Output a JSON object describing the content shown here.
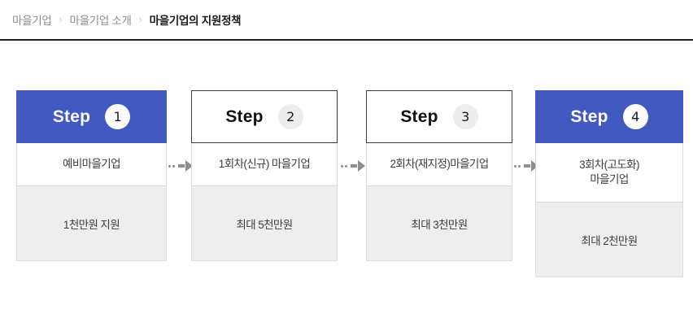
{
  "breadcrumb": {
    "separator": "›",
    "items": [
      {
        "label": "마을기업",
        "current": false
      },
      {
        "label": "마을기업 소개",
        "current": false
      },
      {
        "label": "마을기업의 지원정책",
        "current": true
      }
    ]
  },
  "colors": {
    "accent": "#4259c2",
    "panel_gray": "#eeeeee",
    "text": "#3c3c3c",
    "arrow": "#8e8e8e",
    "rule": "#222222"
  },
  "steps": [
    {
      "step_word": "Step",
      "number": "1",
      "style": "accent",
      "title": "예비마을기업",
      "amount": "1천만원 지원"
    },
    {
      "step_word": "Step",
      "number": "2",
      "style": "plain",
      "title": "1회차(신규) 마을기업",
      "amount": "최대 5천만원"
    },
    {
      "step_word": "Step",
      "number": "3",
      "style": "plain",
      "title": "2회차(재지정)마을기업",
      "amount": "최대 3천만원"
    },
    {
      "step_word": "Step",
      "number": "4",
      "style": "accent",
      "title": "3회차(고도화)\n마을기업",
      "amount": "최대 2천만원"
    }
  ],
  "connectors": [
    {
      "name": "arrow-step1-to-step2"
    },
    {
      "name": "arrow-step2-to-step3"
    },
    {
      "name": "arrow-step3-to-step4"
    }
  ]
}
